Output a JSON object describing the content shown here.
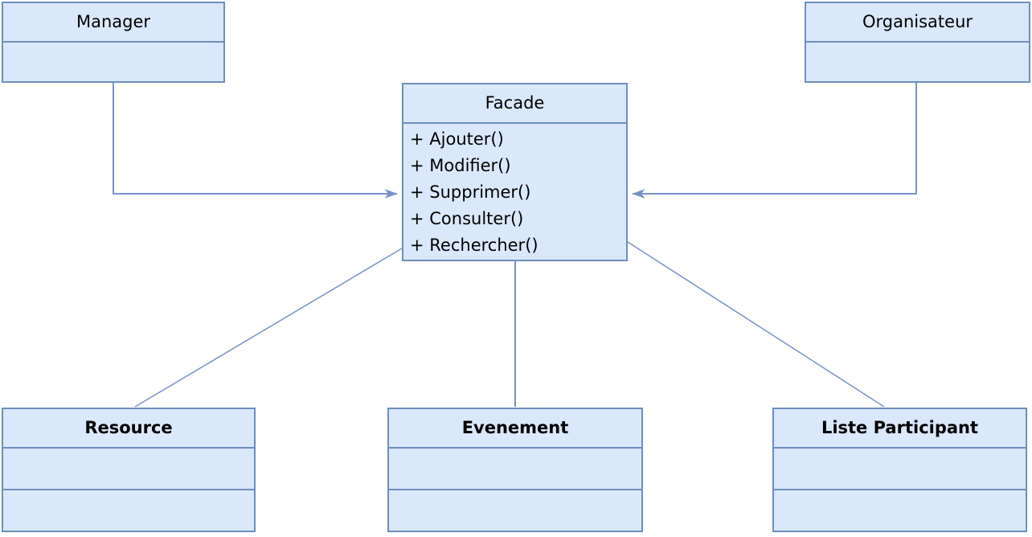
{
  "colors": {
    "background": "#ffffff",
    "box_fill": "#dae8fc",
    "box_stroke": "#6c8ebf",
    "edge_stroke": "#7891c8",
    "text": "#000000"
  },
  "classes": {
    "manager": {
      "name": "Manager"
    },
    "organisateur": {
      "name": "Organisateur"
    },
    "facade": {
      "name": "Facade",
      "methods": [
        "+ Ajouter()",
        "+ Modifier()",
        "+ Supprimer()",
        "+ Consulter()",
        "+ Rechercher()"
      ]
    },
    "resource": {
      "name": "Resource"
    },
    "evenement": {
      "name": "Evenement"
    },
    "liste_participant": {
      "name": "Liste Participant"
    }
  },
  "relations": [
    {
      "from": "Manager",
      "to": "Facade",
      "type": "directed-arrow"
    },
    {
      "from": "Organisateur",
      "to": "Facade",
      "type": "directed-arrow"
    },
    {
      "from": "Facade",
      "to": "Resource",
      "type": "association"
    },
    {
      "from": "Facade",
      "to": "Evenement",
      "type": "association"
    },
    {
      "from": "Facade",
      "to": "Liste Participant",
      "type": "association"
    }
  ]
}
